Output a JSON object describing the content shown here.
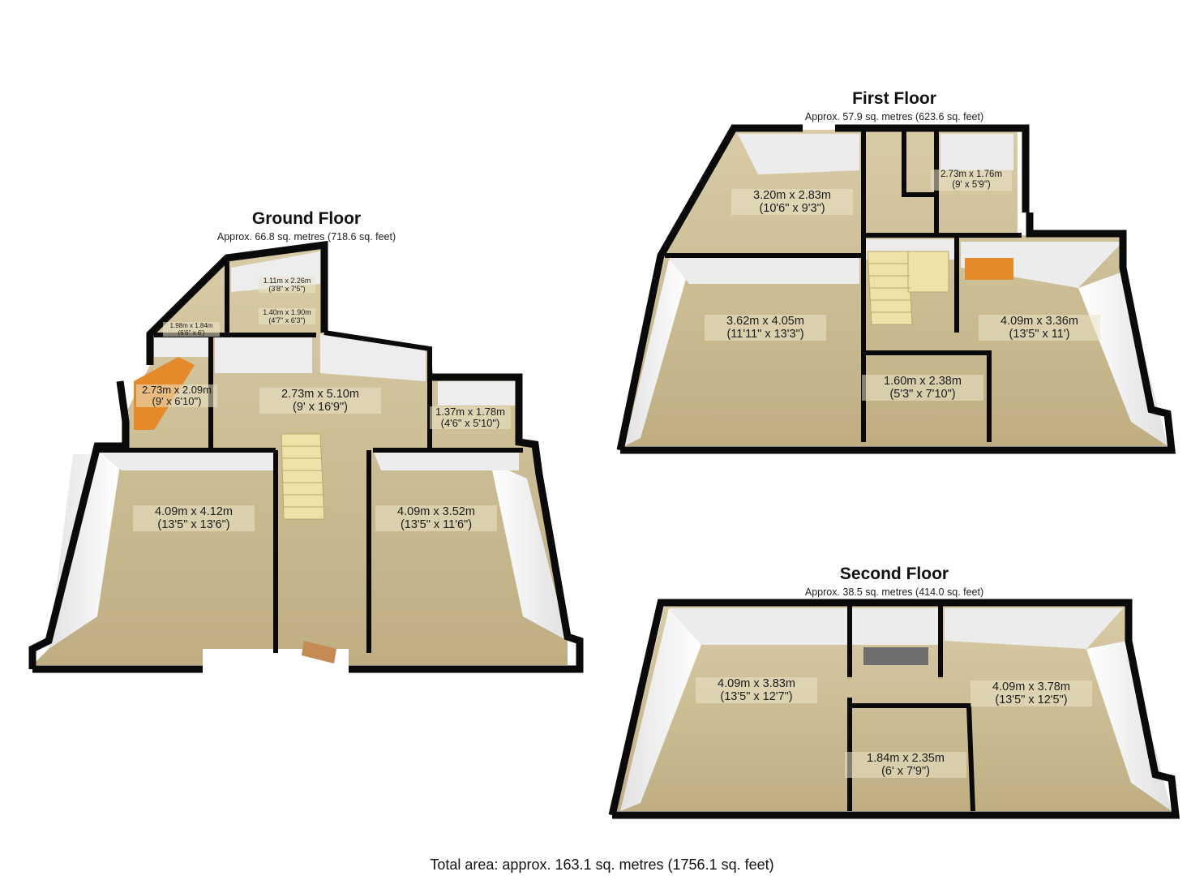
{
  "floors": {
    "ground": {
      "title": "Ground Floor",
      "area": "Approx. 66.8 sq. metres (718.6 sq. feet)",
      "rooms": [
        {
          "m": "1.11m x 2.26m",
          "ft": "(3'8\" x 7'5\")"
        },
        {
          "m": "1.40m x 1.90m",
          "ft": "(4'7\" x 6'3\")"
        },
        {
          "m": "1.98m x 1.84m",
          "ft": "(6'6\" x 6')"
        },
        {
          "m": "2.73m x 2.09m",
          "ft": "(9' x 6'10\")"
        },
        {
          "m": "2.73m x 5.10m",
          "ft": "(9' x 16'9\")"
        },
        {
          "m": "1.37m x 1.78m",
          "ft": "(4'6\" x 5'10\")"
        },
        {
          "m": "4.09m x 4.12m",
          "ft": "(13'5\" x 13'6\")"
        },
        {
          "m": "4.09m x 3.52m",
          "ft": "(13'5\" x 11'6\")"
        }
      ]
    },
    "first": {
      "title": "First Floor",
      "area": "Approx. 57.9 sq. metres (623.6 sq. feet)",
      "rooms": [
        {
          "m": "3.20m x 2.83m",
          "ft": "(10'6\" x 9'3\")"
        },
        {
          "m": "2.73m x 1.76m",
          "ft": "(9' x 5'9\")"
        },
        {
          "m": "3.62m x 4.05m",
          "ft": "(11'11\" x 13'3\")"
        },
        {
          "m": "4.09m x 3.36m",
          "ft": "(13'5\" x 11')"
        },
        {
          "m": "1.60m x 2.38m",
          "ft": "(5'3\" x 7'10\")"
        }
      ]
    },
    "second": {
      "title": "Second Floor",
      "area": "Approx. 38.5 sq. metres (414.0 sq. feet)",
      "rooms": [
        {
          "m": "4.09m x 3.83m",
          "ft": "(13'5\" x 12'7\")"
        },
        {
          "m": "4.09m x 3.78m",
          "ft": "(13'5\" x 12'5\")"
        },
        {
          "m": "1.84m x 2.35m",
          "ft": "(6' x 7'9\")"
        }
      ]
    }
  },
  "total": "Total area: approx. 163.1 sq. metres (1756.1 sq. feet)",
  "colors": {
    "floor": "#c9b98f",
    "wall_top": "#0a0a0a",
    "wall_face": "#f4f4f4",
    "stairs": "#efe2a8",
    "worktop": "#e58a2a"
  }
}
